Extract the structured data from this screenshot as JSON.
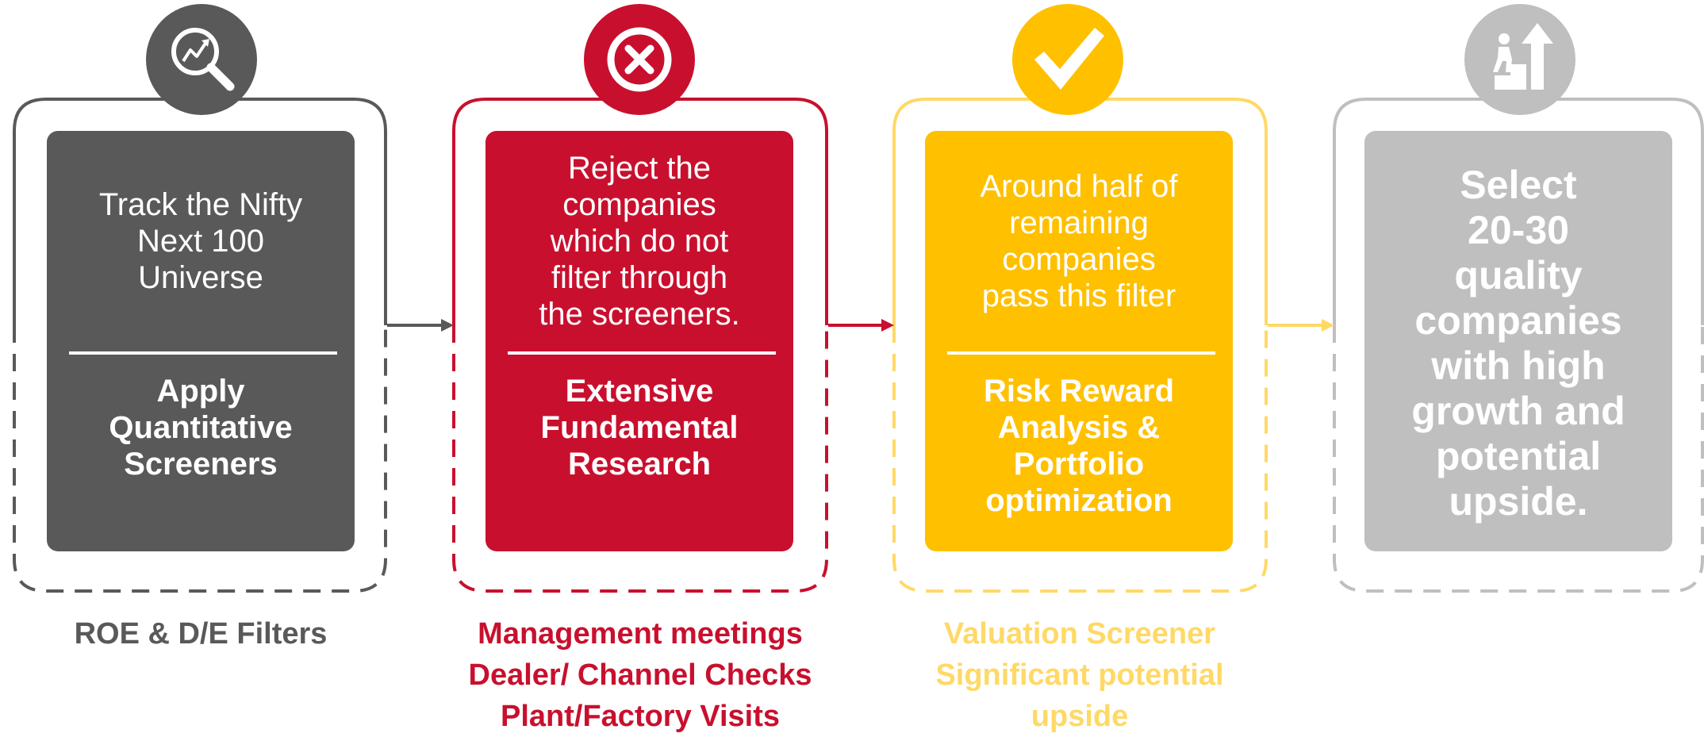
{
  "colors": {
    "step1": "#595959",
    "step2": "#C8102E",
    "step3": "#FFC000",
    "step3_caption": "#FFD966",
    "step4": "#BFBFBF",
    "white": "#FFFFFF"
  },
  "steps": [
    {
      "icon": "magnifier-chart-icon",
      "top_text": "Track the Nifty\nNext 100\nUniverse",
      "bottom_text": "Apply\nQuantitative\nScreeners",
      "caption": "ROE & D/E Filters"
    },
    {
      "icon": "reject-x-icon",
      "top_text": "Reject the\ncompanies\nwhich do not\nfilter through\nthe screeners.",
      "bottom_text": "Extensive\nFundamental\nResearch",
      "caption": "Management meetings\nDealer/ Channel Checks\nPlant/Factory Visits"
    },
    {
      "icon": "checkmark-icon",
      "top_text": "Around half of\nremaining\ncompanies\npass this filter",
      "bottom_text": "Risk Reward\nAnalysis &\nPortfolio\noptimization",
      "caption": "Valuation Screener\nSignificant potential\nupside"
    },
    {
      "icon": "person-climbing-steps-icon",
      "main_text": "Select\n20-30\nquality\ncompanies\nwith high\ngrowth and\npotential\nupside."
    }
  ]
}
